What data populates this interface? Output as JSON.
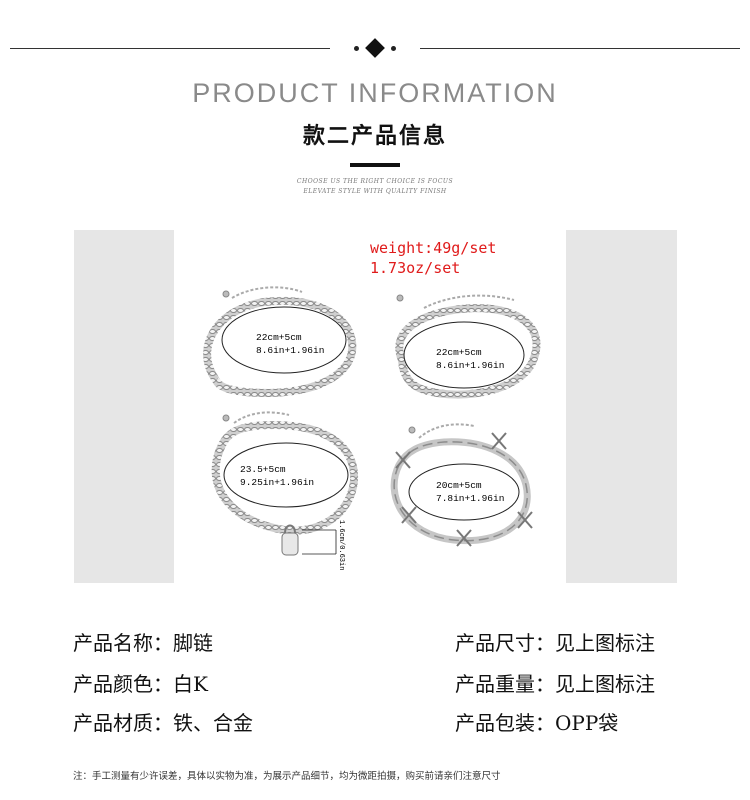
{
  "header": {
    "title_en": "PRODUCT INFORMATION",
    "title_cn": "款二产品信息",
    "tiny_line1": "CHOOSE US THE RIGHT CHOICE IS FOCUS",
    "tiny_line2": "ELEVATE STYLE WITH QUALITY FINISH"
  },
  "product_image": {
    "weight_line1": "weight:49g/set",
    "weight_line2": "1.73oz/set",
    "labels": {
      "a1": "22cm+5cm",
      "a2": "8.6in+1.96in",
      "b1": "22cm+5cm",
      "b2": "8.6in+1.96in",
      "c1": "23.5+5cm",
      "c2": "9.25in+1.96in",
      "d1": "20cm+5cm",
      "d2": "7.8in+1.96in",
      "lock": "1.6cm/0.63in"
    }
  },
  "specs": {
    "name_label": "产品名称：",
    "name_value": "脚链",
    "size_label": "产品尺寸：",
    "size_value": "见上图标注",
    "color_label": "产品颜色：",
    "color_value": "白K",
    "weight_label": "产品重量：",
    "weight_value": "见上图标注",
    "material_label": "产品材质：",
    "material_value": "铁、合金",
    "package_label": "产品包装：",
    "package_value": "OPP袋"
  },
  "note": "注：手工测量有少许误差，具体以实物为准，为展示产品细节，均为微距拍摄，购买前请亲们注意尺寸"
}
